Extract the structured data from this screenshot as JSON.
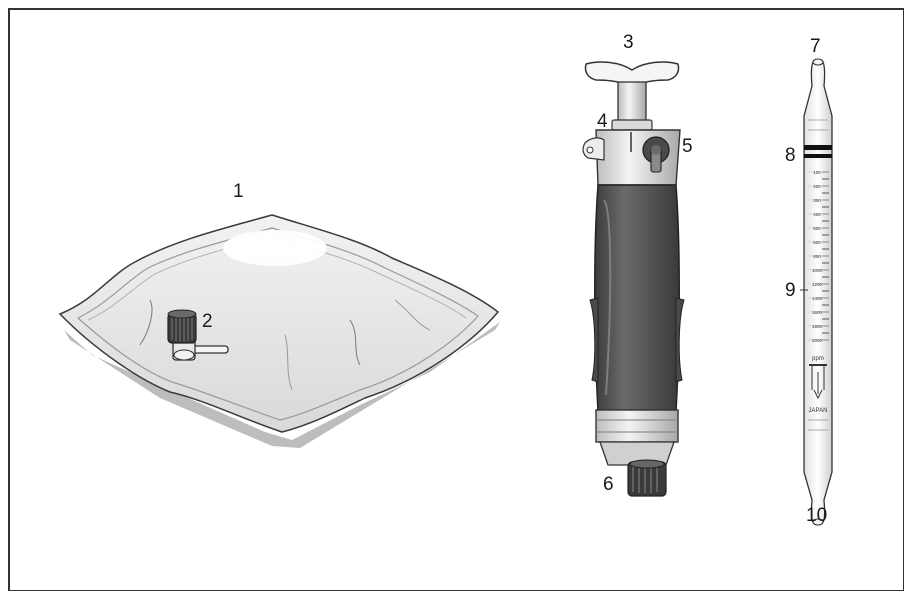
{
  "labels": {
    "l1": "1",
    "l2": "2",
    "l3": "3",
    "l4": "4",
    "l5": "5",
    "l6": "6",
    "l7": "7",
    "l8": "8",
    "l9": "9",
    "l10": "10"
  },
  "tube": {
    "scale": [
      "100",
      "200",
      "300",
      "400",
      "500",
      "600",
      "800",
      "1000",
      "1200",
      "1400",
      "1600",
      "1800",
      "2000"
    ],
    "unit": "ppm",
    "maker": "JAPAN"
  },
  "colors": {
    "frame": "#333333",
    "pump_grip": "#4d4d4d",
    "bag_edge": "#9a9a9a"
  }
}
